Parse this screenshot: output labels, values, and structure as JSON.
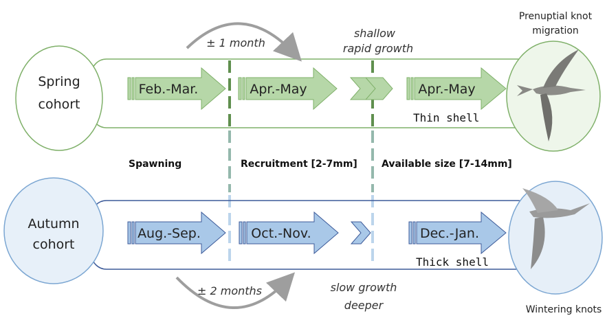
{
  "spring": {
    "label_line1": "Spring",
    "label_line2": "cohort",
    "arrows": [
      "Feb.-Mar.",
      "Apr.-May",
      "Apr.-May"
    ],
    "shell": "Thin shell",
    "growth_line1": "shallow",
    "growth_line2": "rapid growth",
    "lag": "± 1 month",
    "bird_label_line1": "Prenuptial knot",
    "bird_label_line2": "migration"
  },
  "autumn": {
    "label_line1": "Autumn",
    "label_line2": "cohort",
    "arrows": [
      "Aug.-Sep.",
      "Oct.-Nov.",
      "Dec.-Jan."
    ],
    "shell": "Thick shell",
    "growth_line1": "slow growth",
    "growth_line2": "deeper",
    "lag": "± 2 months",
    "bird_label": "Wintering knots"
  },
  "phases": {
    "spawning": "Spawning",
    "recruitment": "Recruitment [2-7mm]",
    "available": "Available size [7-14mm]"
  },
  "colors": {
    "spring_fill": "#b6d7a8",
    "spring_stroke": "#7fb069",
    "spring_dash": "#5f8f4e",
    "autumn_fill": "#a9c8e8",
    "autumn_stroke": "#3c5a99",
    "autumn_dash": "#a9c8e8",
    "bird_spring_bg": "#eef6ea",
    "bird_autumn_bg": "#e6eff8"
  }
}
